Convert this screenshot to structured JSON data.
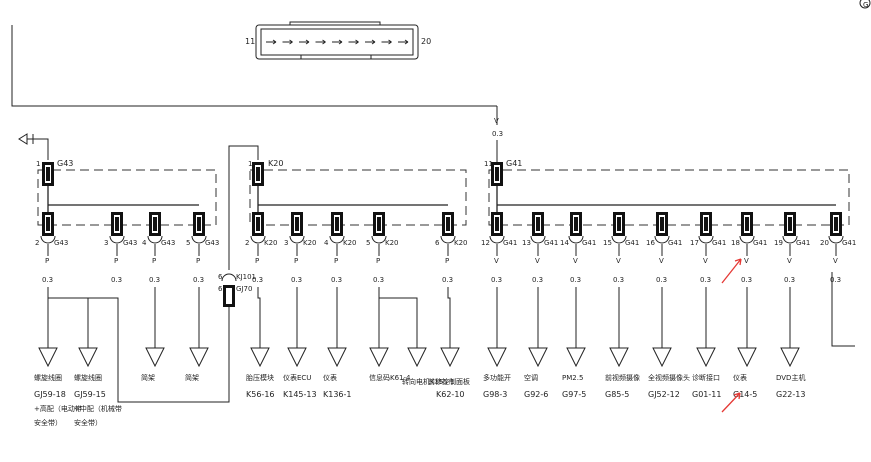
{
  "corner_mark": "G",
  "connector": {
    "left_pin": "11",
    "right_pin": "20"
  },
  "top_wire": {
    "color": "V",
    "gauge": "0.3"
  },
  "groups": [
    {
      "pin": "1",
      "name": "G43"
    },
    {
      "pin": "1",
      "name": "K20"
    },
    {
      "pin": "11",
      "name": "G41"
    }
  ],
  "splices": [
    {
      "pin": "2",
      "name": "G43",
      "color": "P",
      "gauge": "0.3"
    },
    {
      "pin": "3",
      "name": "G43",
      "color": "P",
      "gauge": "0.3"
    },
    {
      "pin": "4",
      "name": "G43",
      "color": "P",
      "gauge": "0.3"
    },
    {
      "pin": "5",
      "name": "G43",
      "color": "P",
      "gauge": "0.3"
    },
    {
      "pin": "2",
      "name": "K20",
      "color": "P",
      "gauge": "0.3"
    },
    {
      "pin": "3",
      "name": "K20",
      "color": "P",
      "gauge": "0.3"
    },
    {
      "pin": "4",
      "name": "K20",
      "color": "P",
      "gauge": "0.3"
    },
    {
      "pin": "5",
      "name": "K20",
      "color": "P",
      "gauge": "0.3"
    },
    {
      "pin": "6",
      "name": "K20",
      "color": "P",
      "gauge": "0.3"
    },
    {
      "pin": "12",
      "name": "G41",
      "color": "V",
      "gauge": "0.3"
    },
    {
      "pin": "13",
      "name": "G41",
      "color": "V",
      "gauge": "0.3"
    },
    {
      "pin": "14",
      "name": "G41",
      "color": "V",
      "gauge": "0.3"
    },
    {
      "pin": "15",
      "name": "G41",
      "color": "V",
      "gauge": "0.3"
    },
    {
      "pin": "16",
      "name": "G41",
      "color": "V",
      "gauge": "0.3"
    },
    {
      "pin": "17",
      "name": "G41",
      "color": "V",
      "gauge": "0.3"
    },
    {
      "pin": "18",
      "name": "G41",
      "color": "V",
      "gauge": "0.3"
    },
    {
      "pin": "19",
      "name": "G41",
      "color": "V",
      "gauge": "0.3"
    },
    {
      "pin": "20",
      "name": "G41",
      "color": "V",
      "gauge": "0.3"
    }
  ],
  "junction": {
    "pin_top": "6",
    "name_top": "KJ101",
    "pin_bottom": "6",
    "name_bottom": "GJ70"
  },
  "loads": [
    {
      "name": "螺旋线圈",
      "code": "GJ59-18",
      "extra1": "+高配（电动带",
      "extra2": "安全带）"
    },
    {
      "name": "螺旋线圈",
      "code": "GJ59-15",
      "extra1": "+中配（机械带",
      "extra2": "安全带）"
    },
    {
      "name": "简架",
      "code": "",
      "extra1": "",
      "extra2": ""
    },
    {
      "name": "简架",
      "code": "",
      "extra1": "",
      "extra2": ""
    },
    {
      "name": "胎压模块",
      "code": "K56-16",
      "extra1": "",
      "extra2": ""
    },
    {
      "name": "仪表ECU",
      "code": "K145-13",
      "extra1": "",
      "extra2": ""
    },
    {
      "name": "仪表",
      "code": "K136-1",
      "extra1": "",
      "extra2": ""
    },
    {
      "name": "信息码K61-4",
      "code": "",
      "extra1": "",
      "extra2": ""
    },
    {
      "name": "转向电机K155-1",
      "code": "",
      "extra1": "",
      "extra2": ""
    },
    {
      "name": "前移控制面板",
      "code": "K62-10",
      "extra1": "",
      "extra2": ""
    },
    {
      "name": "多功能开",
      "code": "G98-3",
      "extra1": "",
      "extra2": ""
    },
    {
      "name": "空调",
      "code": "G92-6",
      "extra1": "",
      "extra2": ""
    },
    {
      "name": "PM2.5",
      "code": "G97-5",
      "extra1": "",
      "extra2": ""
    },
    {
      "name": "前视频摄像",
      "code": "G85-5",
      "extra1": "",
      "extra2": ""
    },
    {
      "name": "全视频摄像头",
      "code": "GJ52-12",
      "extra1": "",
      "extra2": ""
    },
    {
      "name": "诊断接口",
      "code": "G01-11",
      "extra1": "",
      "extra2": ""
    },
    {
      "name": "仪表",
      "code": "G14-5",
      "extra1": "",
      "extra2": ""
    },
    {
      "name": "DVD主机",
      "code": "G22-13",
      "extra1": "",
      "extra2": ""
    }
  ]
}
